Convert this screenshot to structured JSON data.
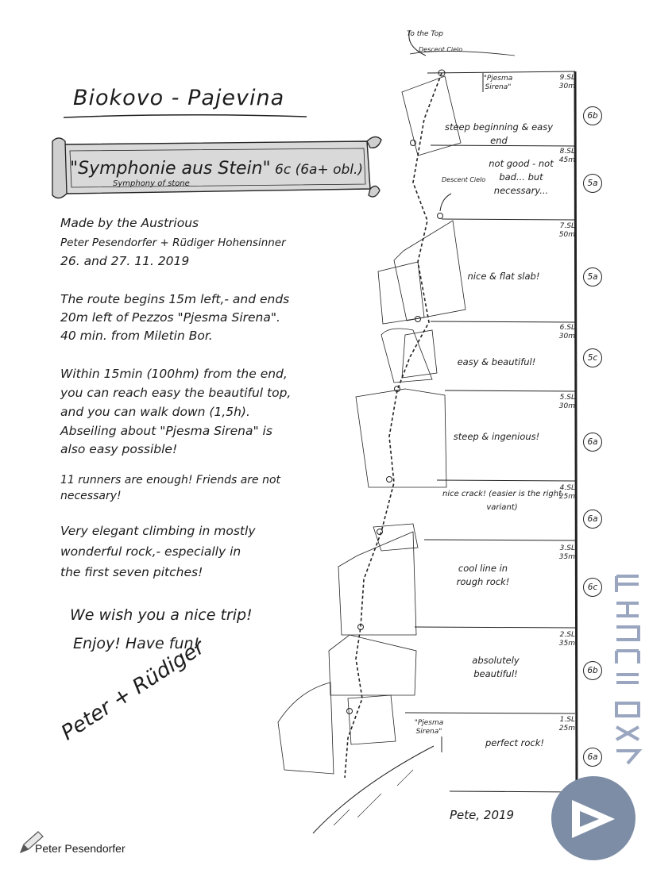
{
  "title": "Biokovo - Pajevina",
  "route_name": "\"Symphonie aus Stein\"",
  "route_grade": "6c (6a+ obl.)",
  "route_subtitle": "Symphony of stone",
  "notes": [
    "Made by the Austrious",
    "Peter Pesendorfer + Rüdiger Hohensinner",
    "26. and 27. 11. 2019",
    "The route begins 15m left,- and ends",
    "20m left of Pezzos \"Pjesma Sirena\".",
    "40 min. from Miletin Bor.",
    "Within 15min (100hm) from the end,",
    "you can reach easy the beautiful top,",
    "and you can walk down (1,5h).",
    "Abseiling about \"Pjesma Sirena\" is",
    "also easy possible!",
    "11 runners are enough! Friends are not",
    "necessary!",
    "Very elegant climbing in mostly",
    "wonderful rock,- especially in",
    "the first seven pitches!",
    "We wish you a nice trip!",
    "Enjoy! Have fun!"
  ],
  "signature": "Peter + Rüdiger",
  "sketch_signature": "Pete, 2019",
  "labels": {
    "to_top": "To the Top",
    "descent_top": "Descent Cielo",
    "descent_mid": "Descent Cielo",
    "pjesma_top": "\"Pjesma Sirena\"",
    "pjesma_bottom": "\"Pjesma Sirena\""
  },
  "pitches": [
    {
      "sl": "9.SL",
      "len": "30m",
      "desc": "steep beginning & easy end",
      "grade": "6b"
    },
    {
      "sl": "8.SL",
      "len": "45m",
      "desc": "not good - not bad... but necessary...",
      "grade": "5a"
    },
    {
      "sl": "7.SL",
      "len": "50m",
      "desc": "nice & flat slab!",
      "grade": "5a"
    },
    {
      "sl": "6.SL",
      "len": "30m",
      "desc": "easy & beautiful!",
      "grade": "5c"
    },
    {
      "sl": "5.SL",
      "len": "30m",
      "desc": "steep & ingenious!",
      "grade": "6a"
    },
    {
      "sl": "4.SL",
      "len": "25m",
      "desc": "nice crack! (easier is the right variant)",
      "grade": "6a"
    },
    {
      "sl": "3.SL",
      "len": "35m",
      "desc": "cool line in rough rock!",
      "grade": "6c"
    },
    {
      "sl": "2.SL",
      "len": "35m",
      "desc": "absolutely beautiful!",
      "grade": "6b"
    },
    {
      "sl": "1.SL",
      "len": "25m",
      "desc": "perfect rock!",
      "grade": "6a"
    }
  ],
  "credit": "Peter Pesendorfer",
  "colors": {
    "ink": "#1c1c1c",
    "scroll_fill": "#d9d9d9",
    "logo": "#7d8da6",
    "watermark": "#9aa6c0"
  }
}
